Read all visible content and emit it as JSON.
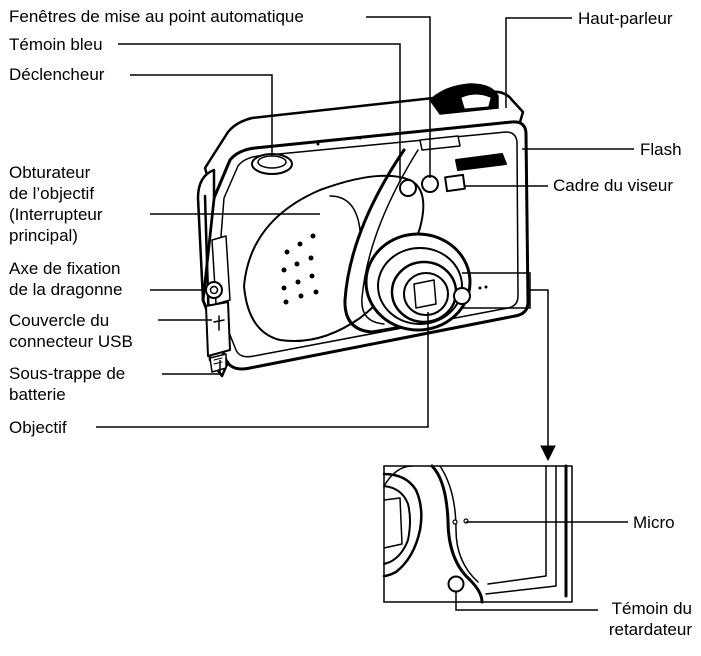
{
  "labels": {
    "af_windows": "Fenêtres de mise au point automatique",
    "blue_led": "Témoin bleu",
    "shutter_button": "Déclencheur",
    "lens_cover": [
      "Obturateur",
      "de l’objectif",
      "(Interrupteur",
      "principal)"
    ],
    "strap_holder": [
      "Axe de fixation",
      "de la dragonne"
    ],
    "usb_cover": [
      "Couvercle du",
      "connecteur USB"
    ],
    "battery_cover": [
      "Sous-trappe de",
      "batterie"
    ],
    "lens": "Objectif",
    "speaker": "Haut-parleur",
    "flash": "Flash",
    "viewfinder": "Cadre du viseur",
    "microphone": "Micro",
    "self_timer": [
      "Témoin du",
      "retardateur"
    ]
  }
}
